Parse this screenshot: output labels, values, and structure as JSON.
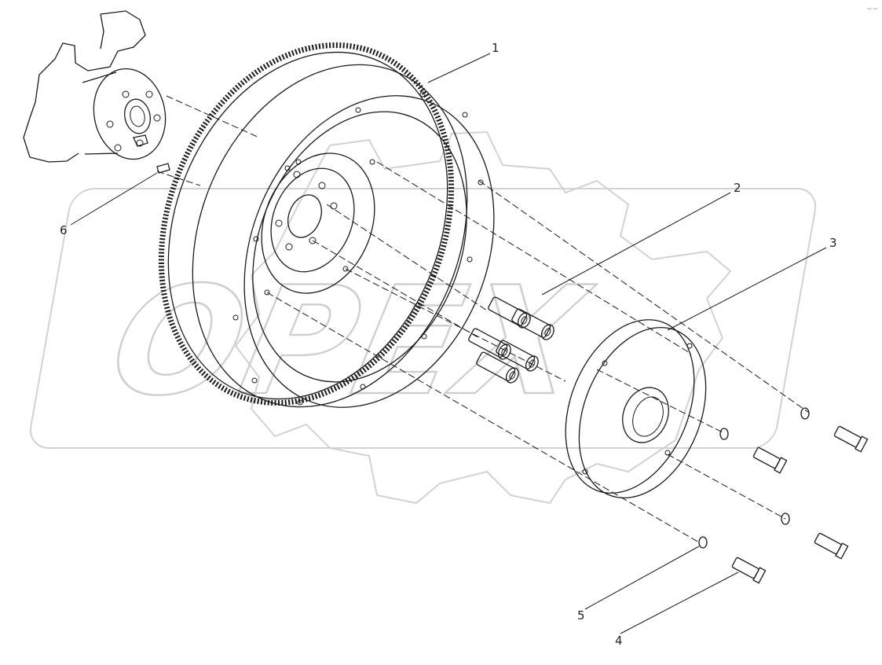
{
  "watermark": {
    "text": "OPEX"
  },
  "corner_mark": "~~",
  "callouts": [
    {
      "id": "1",
      "label": "1"
    },
    {
      "id": "2",
      "label": "2"
    },
    {
      "id": "3",
      "label": "3"
    },
    {
      "id": "4",
      "label": "4"
    },
    {
      "id": "5",
      "label": "5"
    },
    {
      "id": "6",
      "label": "6"
    }
  ],
  "colors": {
    "line": "#1a1a1a",
    "watermark": "#cfcfcf",
    "background": "#ffffff"
  }
}
